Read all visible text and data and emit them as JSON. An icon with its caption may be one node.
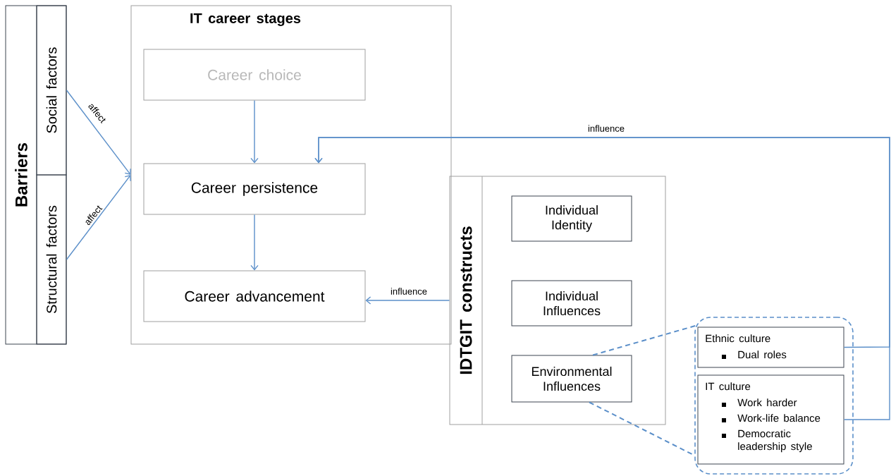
{
  "diagram": {
    "nodes": [
      {
        "text": [
          "Barriers"
        ]
      },
      {
        "text": [
          "Social factors"
        ],
        "in": 0
      },
      {
        "text": [
          "Structural factors"
        ],
        "in": 0
      },
      {
        "text": [
          "IT career stages"
        ]
      },
      {
        "text": [
          "Career choice"
        ],
        "in": 3
      },
      {
        "text": [
          "Career persistence"
        ],
        "in": 3
      },
      {
        "text": [
          "Career advancement"
        ],
        "in": 3
      },
      {
        "text": [
          "IDTGIT constructs"
        ]
      },
      {
        "text": [
          "Individual Identity"
        ],
        "in": 7
      },
      {
        "text": [
          "Individual Influences"
        ],
        "in": 7
      },
      {
        "text": [
          "Environmental Influences"
        ],
        "in": 7
      },
      {
        "text": [],
        "shape": "box"
      },
      {
        "text": [
          "Ethnic culture",
          "Dual roles"
        ],
        "in": 11
      },
      {
        "text": [
          "IT culture",
          "Work harder",
          "Work-life balance",
          "Democratic leadership style"
        ],
        "in": 11
      }
    ],
    "edges": [
      {
        "from": 1,
        "to": 3,
        "arrow": "to",
        "label": "affect"
      },
      {
        "from": 2,
        "to": 3,
        "arrow": "to",
        "label": "affect"
      },
      {
        "from": 4,
        "to": 5,
        "arrow": "to"
      },
      {
        "from": 5,
        "to": 6,
        "arrow": "to"
      },
      {
        "from": 7,
        "to": 6,
        "arrow": "to",
        "label": "influence"
      },
      {
        "from": 12,
        "to": 5,
        "arrow": "to",
        "label": "influence"
      },
      {
        "from": 13,
        "to": 5,
        "arrow": "to"
      },
      {
        "from": 10,
        "to": 11,
        "arrow": "none",
        "style": "dashed"
      },
      {
        "from": 10,
        "to": 11,
        "arrow": "none",
        "style": "dashed"
      }
    ]
  }
}
